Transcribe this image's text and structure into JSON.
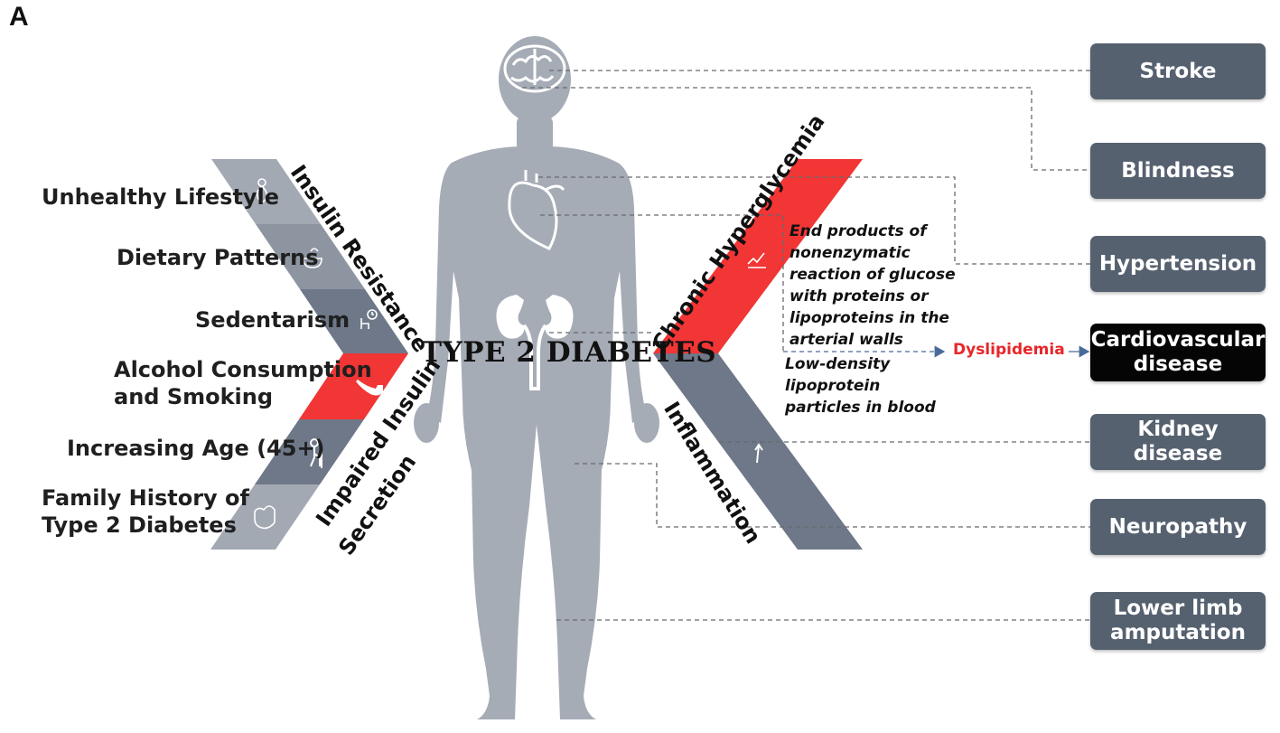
{
  "panel_label": "A",
  "center_title": "TYPE 2 DIABETES",
  "risk_factors": [
    "Unhealthy Lifestyle",
    "Dietary Patterns",
    "Sedentarism",
    "Alcohol Consumption",
    "and Smoking",
    "Increasing Age (45+)",
    "Family History of",
    "Type 2 Diabetes"
  ],
  "pathways": {
    "insulin_resistance": "Insulin Resistance",
    "impaired_secretion_1": "Impaired Insulin",
    "impaired_secretion_2": "Secretion",
    "chronic_hyperglycemia": "Chronic Hyperglycemia",
    "inflammation": "Inflammation"
  },
  "mechanisms": [
    "End products of",
    "nonenzymatic",
    "reaction of glucose",
    "with proteins or",
    "lipoproteins in the",
    "arterial walls",
    "Low-density",
    "lipoprotein",
    "particles in blood"
  ],
  "dyslipidemia": "Dyslipidemia",
  "complications": [
    {
      "label": "Stroke",
      "highlight": false
    },
    {
      "label": "Blindness",
      "highlight": false
    },
    {
      "label": "Hypertension",
      "highlight": false
    },
    {
      "label": "Cardiovascular disease",
      "highlight": true
    },
    {
      "label": "Kidney disease",
      "highlight": false
    },
    {
      "label": "Neuropathy",
      "highlight": false
    },
    {
      "label": "Lower limb amputation",
      "highlight": false
    }
  ],
  "icons": [
    "pregnant-person-icon",
    "food-icon",
    "sitting-clock-icon",
    "pipe-icon",
    "elderly-person-icon",
    "family-hands-icon",
    "glucose-graph-icon",
    "arrow-up-icon",
    "brain-icon",
    "heart-icon",
    "kidney-icon"
  ],
  "colors": {
    "body": "#a6acb6",
    "band_light": "#a3a9b3",
    "band_dark": "#6e7889",
    "highlight_red": "#f23535",
    "box": "#566170",
    "box_highlight": "#050505",
    "dyslipidemia_text": "#e8262a",
    "arrow": "#4a6a9a"
  }
}
